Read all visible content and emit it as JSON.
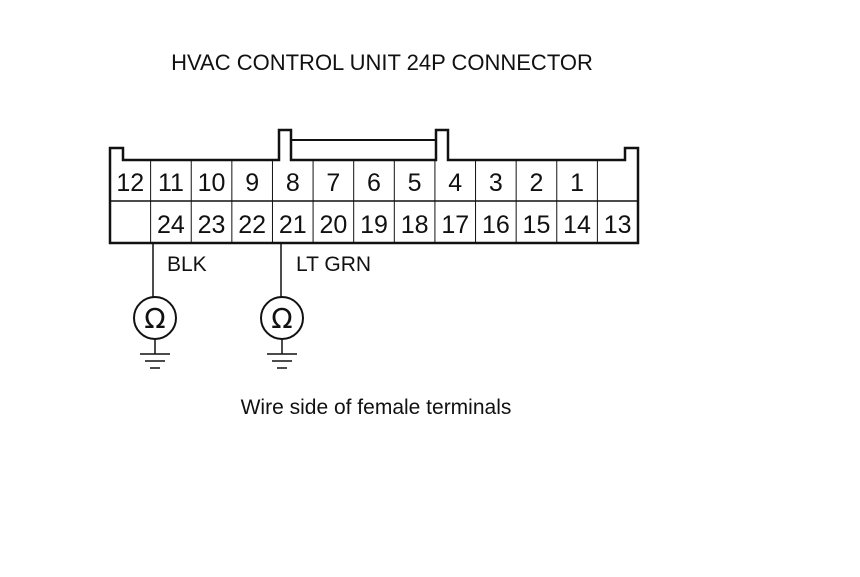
{
  "title": "HVAC CONTROL UNIT 24P CONNECTOR",
  "caption": "Wire side of female terminals",
  "connector": {
    "top_row": [
      "12",
      "11",
      "10",
      "9",
      "8",
      "7",
      "6",
      "5",
      "4",
      "3",
      "2",
      "1"
    ],
    "bottom_row": [
      "24",
      "23",
      "22",
      "21",
      "20",
      "19",
      "18",
      "17",
      "16",
      "15",
      "14",
      "13"
    ]
  },
  "probes": [
    {
      "terminal": "24",
      "wire_color": "BLK",
      "meter_symbol": "Ω",
      "icon": "ohmmeter-icon",
      "ground_icon": "ground-icon"
    },
    {
      "terminal": "21",
      "wire_color": "LT GRN",
      "meter_symbol": "Ω",
      "icon": "ohmmeter-icon",
      "ground_icon": "ground-icon"
    }
  ]
}
